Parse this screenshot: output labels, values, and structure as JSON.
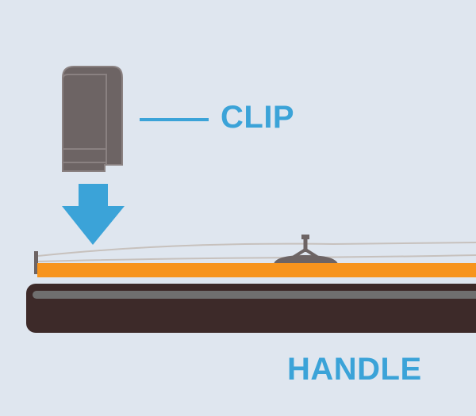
{
  "labels": {
    "clip": "CLIP",
    "handle": "HANDLE"
  },
  "colors": {
    "background": "#dfe6ef",
    "label_blue": "#3ba3d8",
    "clip_body": "#6d6464",
    "clip_outline": "#8a8181",
    "bar_orange": "#f7941d",
    "handle_dark": "#3d2a29",
    "handle_highlight": "#6f6f6f",
    "string_gray": "#c7c1bd"
  },
  "parts": {
    "clip": "clip-part",
    "arrow": "arrow-down-icon",
    "bar": "orange-bar",
    "handle": "handle-base",
    "mount": "center-mount"
  }
}
